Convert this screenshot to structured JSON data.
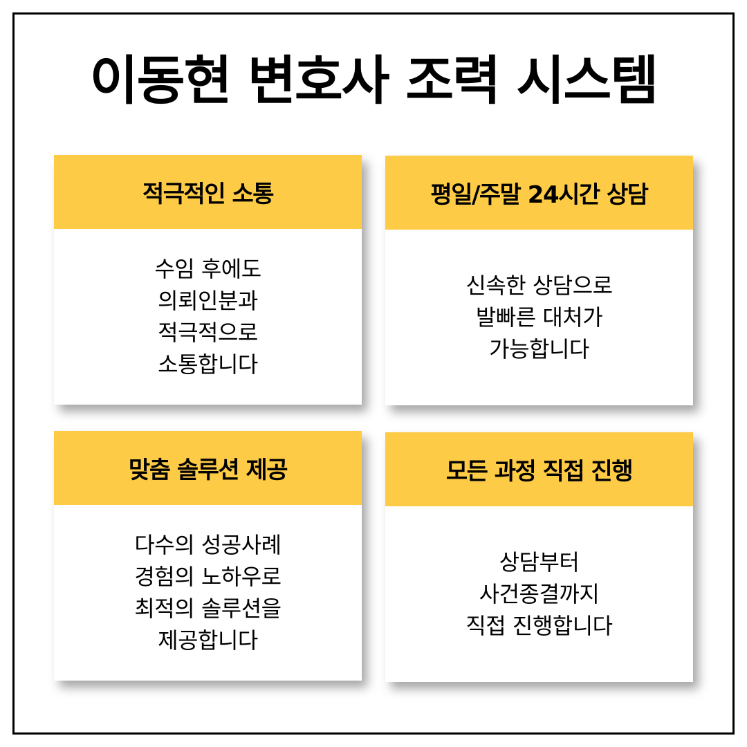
{
  "title": "이동현 변호사 조력 시스템",
  "colors": {
    "header": "#FECB47",
    "border": "#000000",
    "text": "#000000"
  },
  "cards": [
    {
      "heading": "적극적인 소통",
      "lines": [
        "수임 후에도",
        "의뢰인분과",
        "적극적으로",
        "소통합니다"
      ]
    },
    {
      "heading": "평일/주말 24시간 상담",
      "lines": [
        "신속한 상담으로",
        "발빠른 대처가",
        "가능합니다"
      ]
    },
    {
      "heading": "맞춤 솔루션 제공",
      "lines": [
        "다수의 성공사례",
        "경험의 노하우로",
        "최적의 솔루션을",
        "제공합니다"
      ]
    },
    {
      "heading": "모든 과정 직접 진행",
      "lines": [
        "상담부터",
        "사건종결까지",
        "직접 진행합니다"
      ]
    }
  ]
}
